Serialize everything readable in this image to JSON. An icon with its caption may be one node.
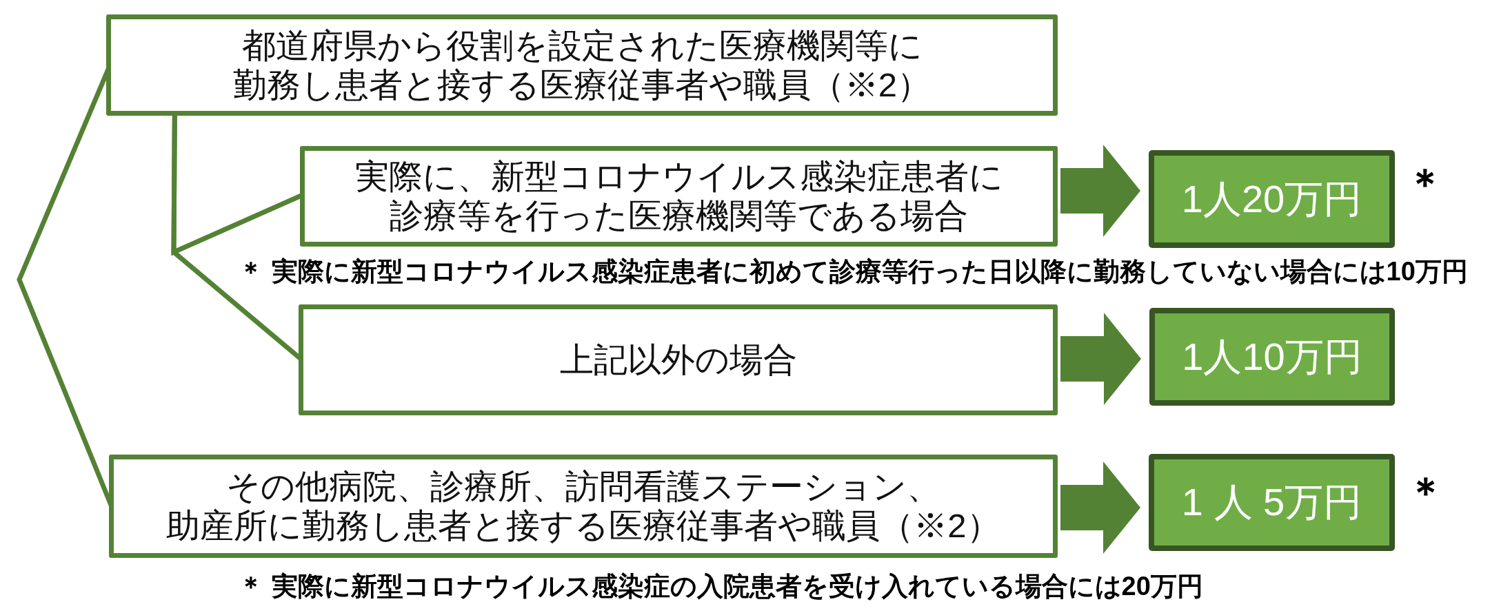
{
  "diagram": {
    "nodes": [
      {
        "text": [
          "都道府県から役割を設定された医療機関等に勤務し患者と接する医療従事者や職員（※2）"
        ]
      },
      {
        "text": [
          "実際に、新型コロナウイルス感染症患者に診療等を行った医療機関等である場合"
        ]
      },
      {
        "text": [
          "1人20万円"
        ],
        "beside": [
          "＊"
        ]
      },
      {
        "text": [
          "上記以外の場合"
        ]
      },
      {
        "text": [
          "1人10万円"
        ]
      },
      {
        "text": [
          "その他病院、診療所、訪問看護ステーション、助産所に勤務し患者と接する医療従事者や職員（※2）"
        ]
      },
      {
        "text": [
          "1 人 5万円"
        ],
        "beside": [
          "＊"
        ]
      }
    ],
    "edges": [
      {
        "from": 0,
        "to": 5,
        "arrow": "none"
      },
      {
        "from": 0,
        "to": 1,
        "arrow": "none"
      },
      {
        "from": 0,
        "to": 3,
        "arrow": "none"
      },
      {
        "from": 1,
        "to": 2,
        "arrow": "to",
        "style": "thick"
      },
      {
        "from": 3,
        "to": 4,
        "arrow": "to",
        "style": "thick"
      },
      {
        "from": 5,
        "to": 6,
        "arrow": "to",
        "style": "thick"
      }
    ],
    "labels": [
      "＊ 実際に新型コロナウイルス感染症患者に初めて診療等行った日以降に勤務していない場合には10万円",
      "＊ 実際に新型コロナウイルス感染症の入院患者を受け入れている場合には20万円"
    ]
  }
}
